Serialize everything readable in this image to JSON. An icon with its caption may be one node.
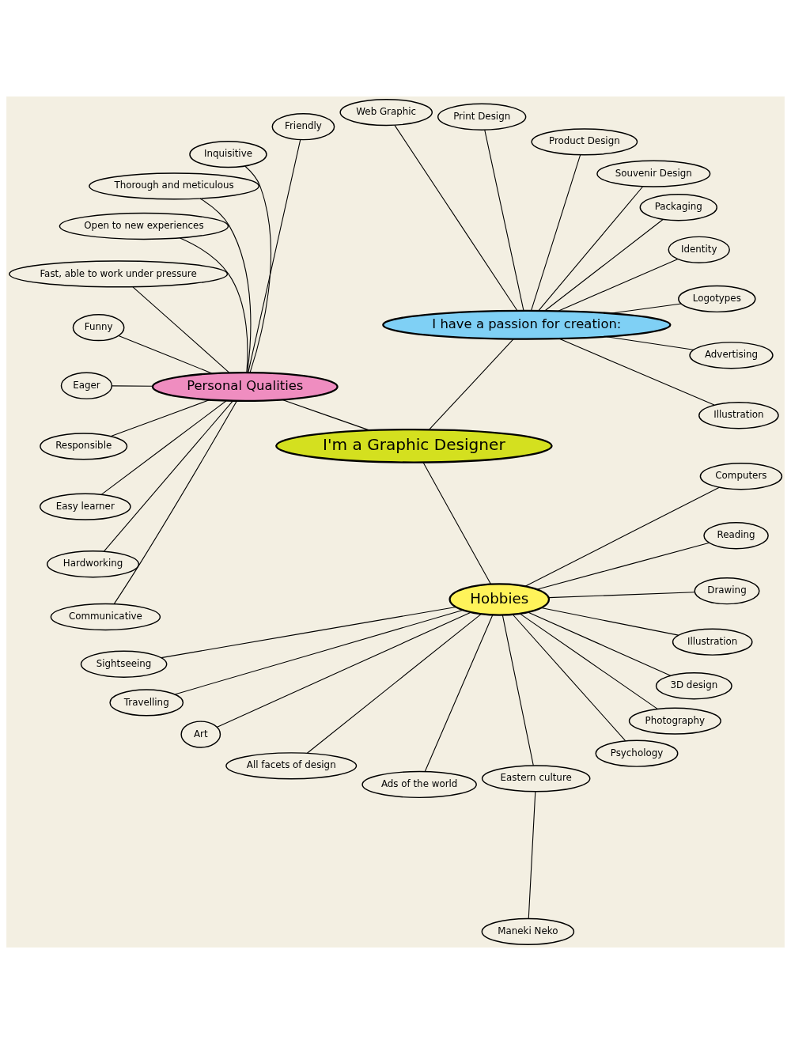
{
  "diagram": {
    "nodes": [
      {
        "text": [
          "I'm a Graphic Designer"
        ]
      },
      {
        "text": [
          "I have a passion for creation:"
        ]
      },
      {
        "text": [
          "Personal Qualities"
        ]
      },
      {
        "text": [
          "Hobbies"
        ]
      },
      {
        "text": [
          "Illustration"
        ]
      },
      {
        "text": [
          "Advertising"
        ]
      },
      {
        "text": [
          "Logotypes"
        ]
      },
      {
        "text": [
          "Identity"
        ]
      },
      {
        "text": [
          "Packaging"
        ]
      },
      {
        "text": [
          "Souvenir Design"
        ]
      },
      {
        "text": [
          "Product Design"
        ]
      },
      {
        "text": [
          "Print Design"
        ]
      },
      {
        "text": [
          "Web Graphic"
        ]
      },
      {
        "text": [
          "Friendly"
        ]
      },
      {
        "text": [
          "Inquisitive"
        ]
      },
      {
        "text": [
          "Thorough and meticulous"
        ]
      },
      {
        "text": [
          "Open to new experiences"
        ]
      },
      {
        "text": [
          "Fast, able to work under pressure"
        ]
      },
      {
        "text": [
          "Funny"
        ]
      },
      {
        "text": [
          "Eager"
        ]
      },
      {
        "text": [
          "Responsible"
        ]
      },
      {
        "text": [
          "Easy learner"
        ]
      },
      {
        "text": [
          "Hardworking"
        ]
      },
      {
        "text": [
          "Communicative"
        ]
      },
      {
        "text": [
          "Sightseeing"
        ]
      },
      {
        "text": [
          "Travelling"
        ]
      },
      {
        "text": [
          "Art"
        ]
      },
      {
        "text": [
          "All facets of design"
        ]
      },
      {
        "text": [
          "Ads of the world"
        ]
      },
      {
        "text": [
          "Eastern culture"
        ]
      },
      {
        "text": [
          "Maneki Neko"
        ]
      },
      {
        "text": [
          "Psychology"
        ]
      },
      {
        "text": [
          "Photography"
        ]
      },
      {
        "text": [
          "3D design"
        ]
      },
      {
        "text": [
          "Illustration"
        ]
      },
      {
        "text": [
          "Drawing"
        ]
      },
      {
        "text": [
          "Reading"
        ]
      },
      {
        "text": [
          "Computers"
        ]
      }
    ],
    "edges": [
      {
        "from": 0,
        "to": 1,
        "arrow": "none"
      },
      {
        "from": 0,
        "to": 2,
        "arrow": "none"
      },
      {
        "from": 0,
        "to": 3,
        "arrow": "none"
      },
      {
        "from": 1,
        "to": 4,
        "arrow": "none"
      },
      {
        "from": 1,
        "to": 5,
        "arrow": "none"
      },
      {
        "from": 1,
        "to": 6,
        "arrow": "none"
      },
      {
        "from": 1,
        "to": 7,
        "arrow": "none"
      },
      {
        "from": 1,
        "to": 8,
        "arrow": "none"
      },
      {
        "from": 1,
        "to": 9,
        "arrow": "none"
      },
      {
        "from": 1,
        "to": 10,
        "arrow": "none"
      },
      {
        "from": 1,
        "to": 11,
        "arrow": "none"
      },
      {
        "from": 1,
        "to": 12,
        "arrow": "none"
      },
      {
        "from": 2,
        "to": 13,
        "arrow": "none"
      },
      {
        "from": 2,
        "to": 14,
        "arrow": "none"
      },
      {
        "from": 2,
        "to": 15,
        "arrow": "none"
      },
      {
        "from": 2,
        "to": 16,
        "arrow": "none"
      },
      {
        "from": 2,
        "to": 17,
        "arrow": "none"
      },
      {
        "from": 2,
        "to": 18,
        "arrow": "none"
      },
      {
        "from": 2,
        "to": 19,
        "arrow": "none"
      },
      {
        "from": 2,
        "to": 20,
        "arrow": "none"
      },
      {
        "from": 2,
        "to": 21,
        "arrow": "none"
      },
      {
        "from": 2,
        "to": 22,
        "arrow": "none"
      },
      {
        "from": 2,
        "to": 23,
        "arrow": "none"
      },
      {
        "from": 3,
        "to": 24,
        "arrow": "none"
      },
      {
        "from": 3,
        "to": 25,
        "arrow": "none"
      },
      {
        "from": 3,
        "to": 26,
        "arrow": "none"
      },
      {
        "from": 3,
        "to": 27,
        "arrow": "none"
      },
      {
        "from": 3,
        "to": 28,
        "arrow": "none"
      },
      {
        "from": 3,
        "to": 29,
        "arrow": "none"
      },
      {
        "from": 29,
        "to": 30,
        "arrow": "none"
      },
      {
        "from": 3,
        "to": 31,
        "arrow": "none"
      },
      {
        "from": 3,
        "to": 32,
        "arrow": "none"
      },
      {
        "from": 3,
        "to": 33,
        "arrow": "none"
      },
      {
        "from": 3,
        "to": 34,
        "arrow": "none"
      },
      {
        "from": 3,
        "to": 35,
        "arrow": "none"
      },
      {
        "from": 3,
        "to": 36,
        "arrow": "none"
      },
      {
        "from": 3,
        "to": 37,
        "arrow": "none"
      }
    ]
  }
}
